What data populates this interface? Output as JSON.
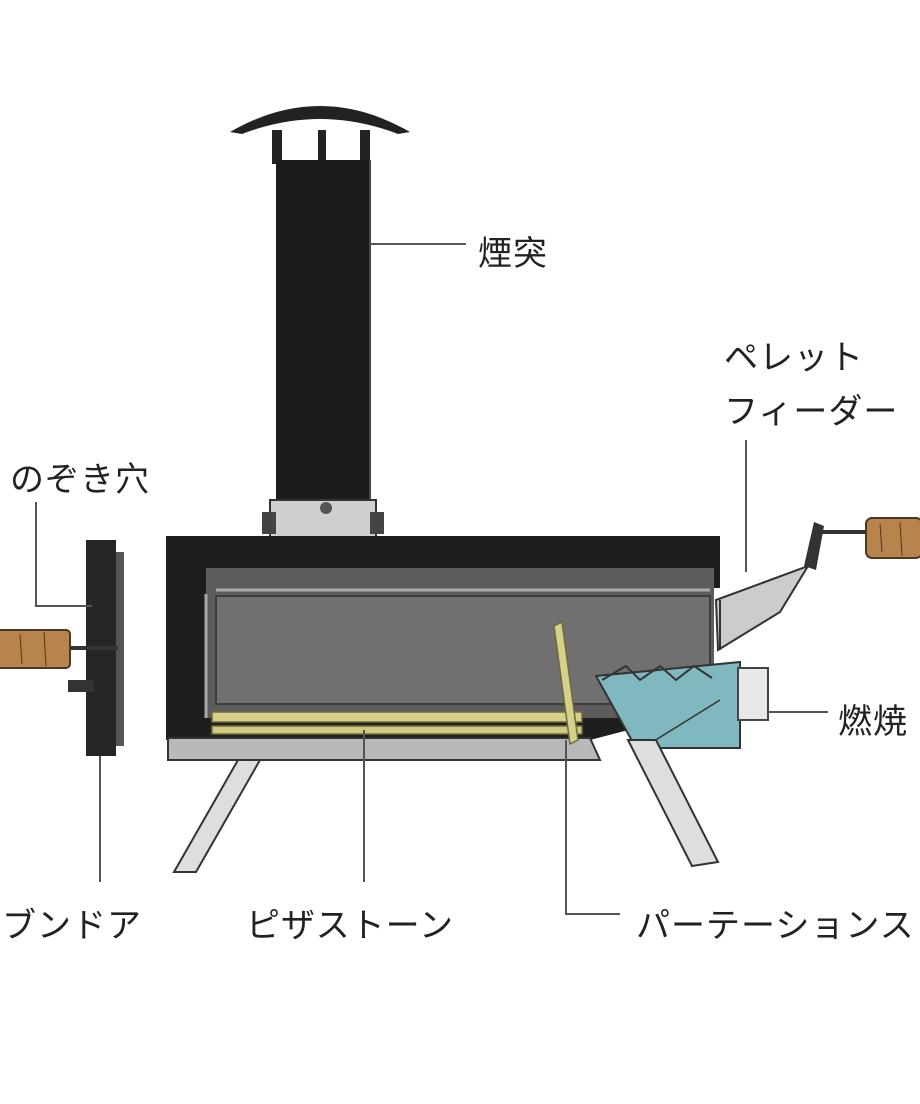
{
  "labels": {
    "chimney": "煙突",
    "pellet_feeder_line1": "ペレット",
    "pellet_feeder_line2": "フィーダー",
    "peephole": "のぞき穴",
    "combustion": "燃焼",
    "oven_door": "ブンドア",
    "pizza_stone": "ピザストーン",
    "partition": "パーテーションス"
  },
  "colors": {
    "body_dark": "#1a1a1a",
    "interior_gray": "#6b6b6b",
    "steel_light": "#c9c9c9",
    "pizza_stone": "#d4cf8a",
    "combustion_teal": "#7fb8bf",
    "wood_handle": "#b8844e",
    "leader_line": "#555555"
  }
}
